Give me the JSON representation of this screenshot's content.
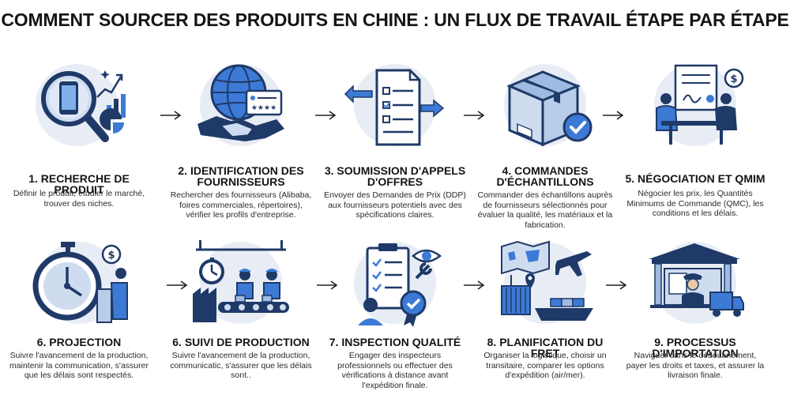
{
  "title": "COMMENT SOURCER DES PRODUITS EN CHINE : UN FLUX DE TRAVAIL ÉTAPE PAR ÉTAPE",
  "colors": {
    "navy": "#1f3a68",
    "blue": "#3d7ad6",
    "light_blue": "#cfdcf0",
    "background_circle": "#e8edf5"
  },
  "steps": [
    {
      "icon": "magnifier-phone-chart-icon",
      "title": "1. RECHERCHE DE PRODUIT",
      "description": "Définir le produit, étudier le marché, trouver des niches."
    },
    {
      "icon": "globe-handshake-icon",
      "title": "2. IDENTIFICATION DES FOURNISSEURS",
      "description": "Rechercher des fournisseurs (Alibaba, foires commerciales, répertoires), vérifier les profils d'entreprise."
    },
    {
      "icon": "document-arrows-icon",
      "title": "3. SOUMISSION D'APPELS D'OFFRES",
      "description": "Envoyer des Demandes de Prix (DDP) aux fournisseurs potentiels avec des spécifications claires."
    },
    {
      "icon": "box-checkmark-icon",
      "title": "4. COMMANDES D'ÉCHANTILLONS",
      "description": "Commander des échantillons auprès de fournisseurs sélectionnés pour évaluer la qualité, les matériaux et la fabrication."
    },
    {
      "icon": "negotiation-table-icon",
      "title": "5. NÉGOCIATION ET QMIM",
      "description": "Négocier les prix, les Quantités Minimums de Commande (QMC), les conditions et les délais."
    },
    {
      "icon": "stopwatch-person-icon",
      "title": "6. PROJECTION",
      "description": "Suivre l'avancement de la production, maintenir la communication, s'assurer que les délais sont respectés."
    },
    {
      "icon": "factory-workers-icon",
      "title": "6. SUIVI DE PRODUCTION",
      "description": "Suivre l'avancement de la production, communicatic, s'assurer que les délais sont.."
    },
    {
      "icon": "clipboard-inspector-icon",
      "title": "7. INSPECTION QUALITÉ",
      "description": "Engager des inspecteurs professionnels ou effectuer des vérifications à distance avant l'expédition finale."
    },
    {
      "icon": "plane-ship-map-icon",
      "title": "8. PLANIFICATION DU FRET",
      "description": "Organiser la logistique, choisir un transitaire, comparer les options d'expédition (air/mer)."
    },
    {
      "icon": "customs-officer-truck-icon",
      "title": "9. PROCESSUS D'IMPORTATION",
      "description": "Naviguer dans le dédouanement, payer les droits et taxes, et assurer la livraison finale."
    }
  ]
}
